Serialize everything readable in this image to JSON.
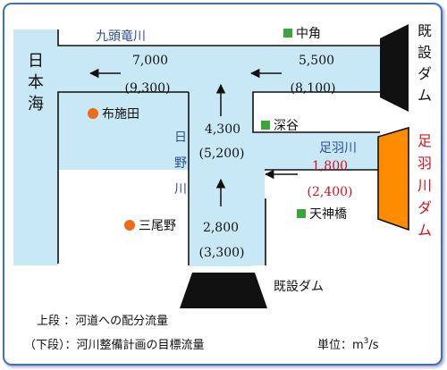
{
  "colors": {
    "river": "#c9e8f5",
    "river_edge": "#111111",
    "label_blue": "#2a4fa0",
    "red": "#d1131b",
    "dam_orange": "#ff8c00",
    "dam_black": "#111111",
    "city_orange": "#ee6a1a",
    "point_green": "#3aa63a",
    "frame": "#3b6fd1"
  },
  "labels": {
    "sea": [
      "日",
      "本",
      "海"
    ],
    "kuzuryu": "九頭竜川",
    "hino": [
      "日",
      "野",
      "川"
    ],
    "asuwa": "足羽川",
    "existing_dam_top": [
      "既",
      "設",
      "ダ",
      "ム"
    ],
    "asuwa_dam": [
      "足",
      "羽",
      "川",
      "ダ",
      "ム"
    ],
    "existing_dam_bottom": "既設ダム"
  },
  "points": {
    "nakatsuno": "中角",
    "fukaya": "深谷",
    "tenjinbashi": "天神橋",
    "fuseda": "布施田",
    "mionoya": "三尾野"
  },
  "flows": {
    "kuzuryu_lower": {
      "upper": "7,000",
      "lower": "(9,300)"
    },
    "kuzuryu_upper": {
      "upper": "5,500",
      "lower": "(8,100)"
    },
    "hino_lower": {
      "upper": "4,300",
      "lower": "(5,200)"
    },
    "asuwa": {
      "upper": "1,800",
      "lower": "(2,400)"
    },
    "hino_upper": {
      "upper": "2,800",
      "lower": "(3,300)"
    }
  },
  "legend": {
    "line1": "上段 ：河道への配分流量",
    "line2": "（下段）：河川整備計画の目標流量",
    "unit_prefix": "単位：m",
    "unit_sup": "3",
    "unit_suffix": "/s"
  }
}
